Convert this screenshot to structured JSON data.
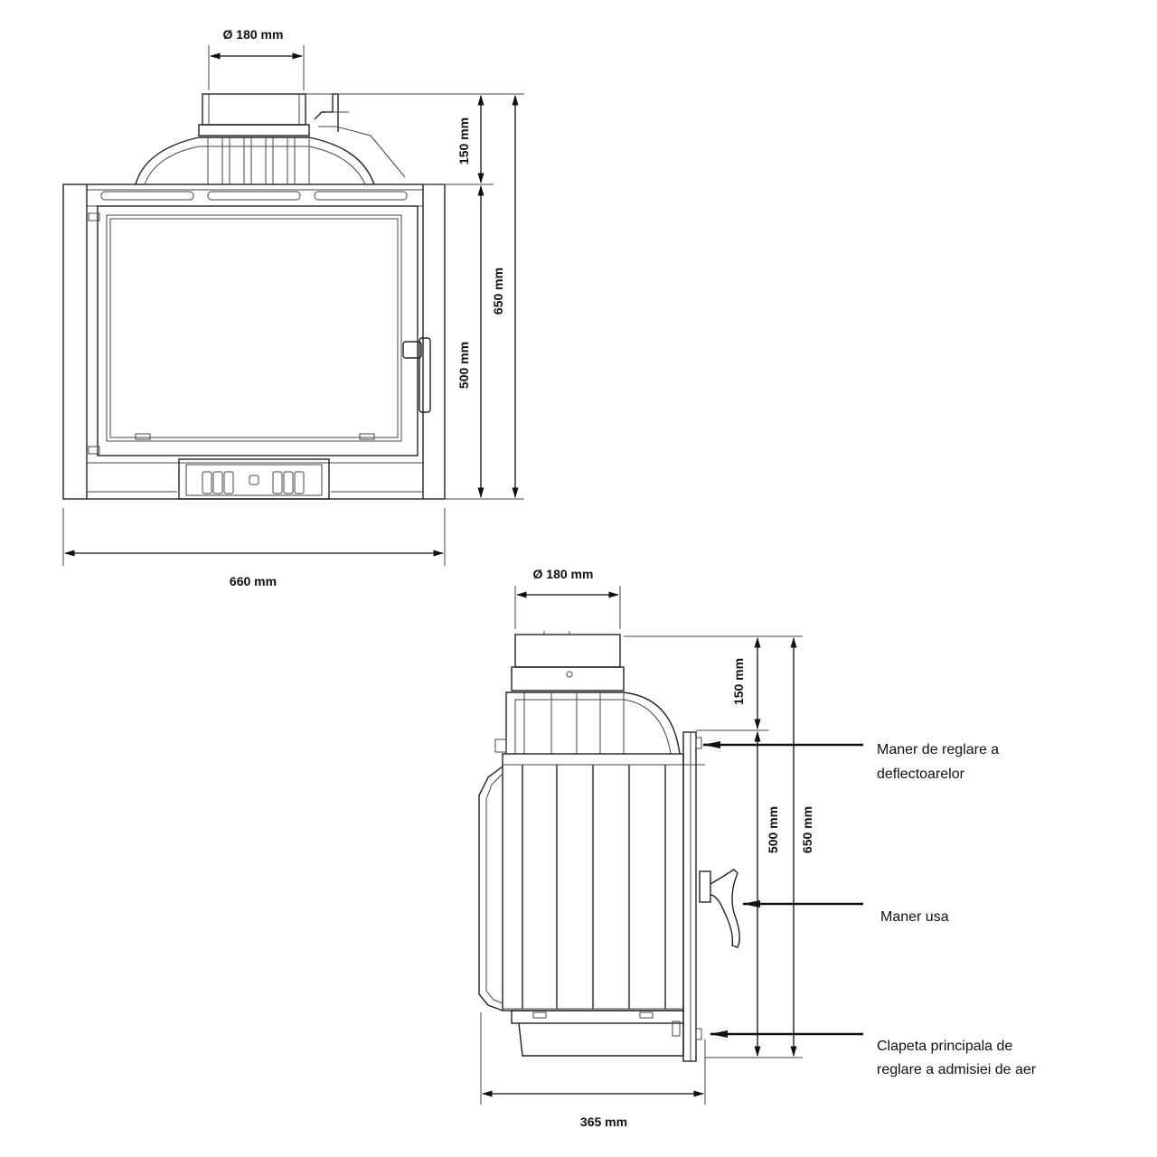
{
  "front_view": {
    "flue_diameter": "Ø 180 mm",
    "collar_height": "150 mm",
    "total_height": "650 mm",
    "body_height": "500 mm",
    "width": "660 mm"
  },
  "side_view": {
    "flue_diameter": "Ø 180 mm",
    "collar_height": "150 mm",
    "body_height": "500 mm",
    "total_height": "650 mm",
    "depth": "365 mm",
    "callouts": {
      "deflector_handle": [
        "Maner de reglare a",
        "deflectoarelor"
      ],
      "door_handle": [
        "Maner usa"
      ],
      "air_damper": [
        "Clapeta principala de",
        "reglare a admisiei de aer"
      ]
    }
  }
}
